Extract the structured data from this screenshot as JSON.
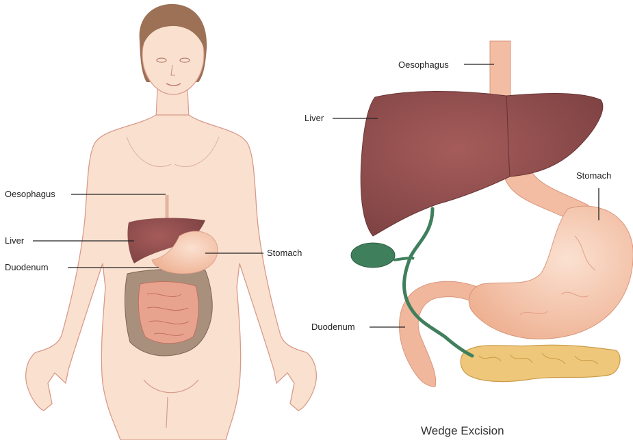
{
  "left_figure": {
    "labels": {
      "oesophagus": "Oesophagus",
      "liver": "Liver",
      "duodenum": "Duodenum",
      "stomach": "Stomach"
    }
  },
  "right_figure": {
    "labels": {
      "oesophagus": "Oesophagus",
      "liver": "Liver",
      "stomach": "Stomach",
      "duodenum": "Duodenum"
    },
    "caption": "Wedge Excision"
  },
  "colors": {
    "skin": "#f9e0cf",
    "skin_outline": "#d99a8a",
    "liver": "#8f4d4d",
    "stomach": "#f4c2a4",
    "intestine": "#e8a38f",
    "colon": "#a8907c",
    "gallbladder": "#3f7f5c",
    "pancreas": "#efc77a",
    "hair": "#9c7156"
  }
}
